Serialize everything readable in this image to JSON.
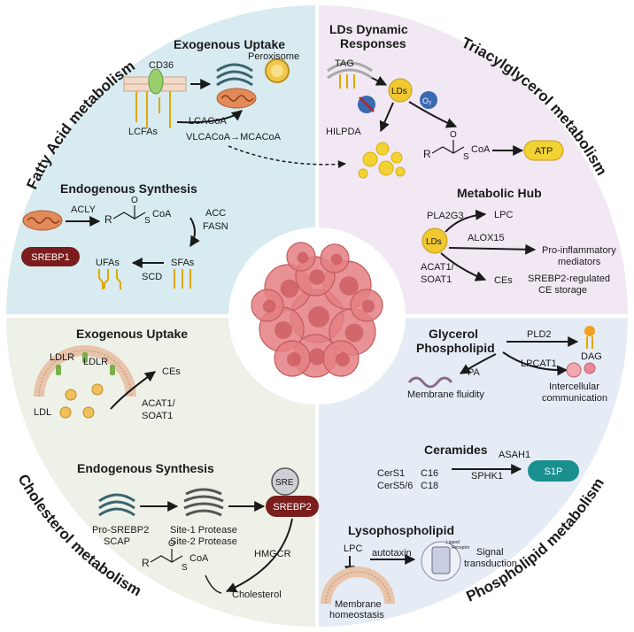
{
  "quadrants": {
    "fatty_acid": {
      "title": "Fatty Acid metabolism",
      "color": "#d8ebf0",
      "uptake": {
        "heading": "Exogenous Uptake",
        "cd36": "CD36",
        "peroxisome": "Peroxisome",
        "lcfas": "LCFAs",
        "lcacoa": "LCACoA",
        "vlcacoa": "VLCACoA→MCACoA"
      },
      "synthesis": {
        "heading": "Endogenous Synthesis",
        "acly": "ACLY",
        "r": "R",
        "s": "S",
        "o": "O",
        "coa": "CoA",
        "acc": "ACC",
        "fasn": "FASN",
        "srebp1": "SREBP1",
        "ufas": "UFAs",
        "sfas": "SFAs",
        "scd": "SCD"
      }
    },
    "triacylglycerol": {
      "title": "Triacylglycerol metabolism",
      "color": "#f1e8f3",
      "lds": {
        "heading_line1": "LDs Dynamic",
        "heading_line2": "Responses",
        "tag": "TAG",
        "lds": "LDs",
        "o2": "O₂",
        "hilpda": "HILPDA",
        "r": "R",
        "s": "S",
        "o": "O",
        "coa": "CoA",
        "atp": "ATP"
      },
      "hub": {
        "heading": "Metabolic Hub",
        "pla2g3": "PLA2G3",
        "lpc": "LPC",
        "lds": "LDs",
        "alox15": "ALOX15",
        "pro_inflam_line1": "Pro-inflammatory",
        "pro_inflam_line2": "mediators",
        "acat1": "ACAT1/",
        "soat1": "SOAT1",
        "ces": "CEs",
        "srebp2_line1": "SREBP2-regulated",
        "srebp2_line2": "CE storage"
      }
    },
    "cholesterol": {
      "title": "Cholesterol metabolism",
      "color": "#eef1e8",
      "uptake": {
        "heading": "Exogenous Uptake",
        "ldlr1": "LDLR",
        "ldlr2": "LDLR",
        "ldl": "LDL",
        "ces": "CEs",
        "acat1": "ACAT1/",
        "soat1": "SOAT1"
      },
      "synthesis": {
        "heading": "Endogenous Synthesis",
        "sre": "SRE",
        "pro_srebp2": "Pro-SREBP2",
        "scap": "SCAP",
        "site1": "Site-1 Protease",
        "site2": "Site-2 Protease",
        "srebp2": "SREBP2",
        "hmgcr": "HMGCR",
        "r": "R",
        "s": "S",
        "o": "O",
        "coa": "CoA",
        "cholesterol": "Cholesterol"
      }
    },
    "phospholipid": {
      "title": "Phospholipid metabolism",
      "color": "#e6ecf6",
      "glycerol": {
        "heading_line1": "Glycerol",
        "heading_line2": "Phospholipid",
        "pld2": "PLD2",
        "dag": "DAG",
        "lpcat1": "LPCAT1",
        "pa": "PA",
        "membrane_fluidity": "Membrane fluidity",
        "intercellular_line1": "Intercellular",
        "intercellular_line2": "communication"
      },
      "ceramides": {
        "heading": "Ceramides",
        "asah1": "ASAH1",
        "cers1": "CerS1",
        "cers56": "CerS5/6",
        "c16": "C16",
        "c18": "C18",
        "sphk1": "SPHK1",
        "s1p": "S1P"
      },
      "lyso": {
        "heading": "Lysophospholipid",
        "lpc": "LPC",
        "autotaxin": "autotaxin",
        "signal_line1": "Signal",
        "signal_line2": "transduction",
        "membrane_line1": "Membrane",
        "membrane_line2": "homeostasis",
        "ligand": "Ligand",
        "receptor": "Receptor"
      }
    }
  },
  "colors": {
    "srebp": "#7b1d1d",
    "atp": "#f3d233",
    "s1p": "#1a8f8f",
    "lipid": "#f0c830",
    "cell": "#e47f82",
    "arrow": "#1a1a1a"
  }
}
